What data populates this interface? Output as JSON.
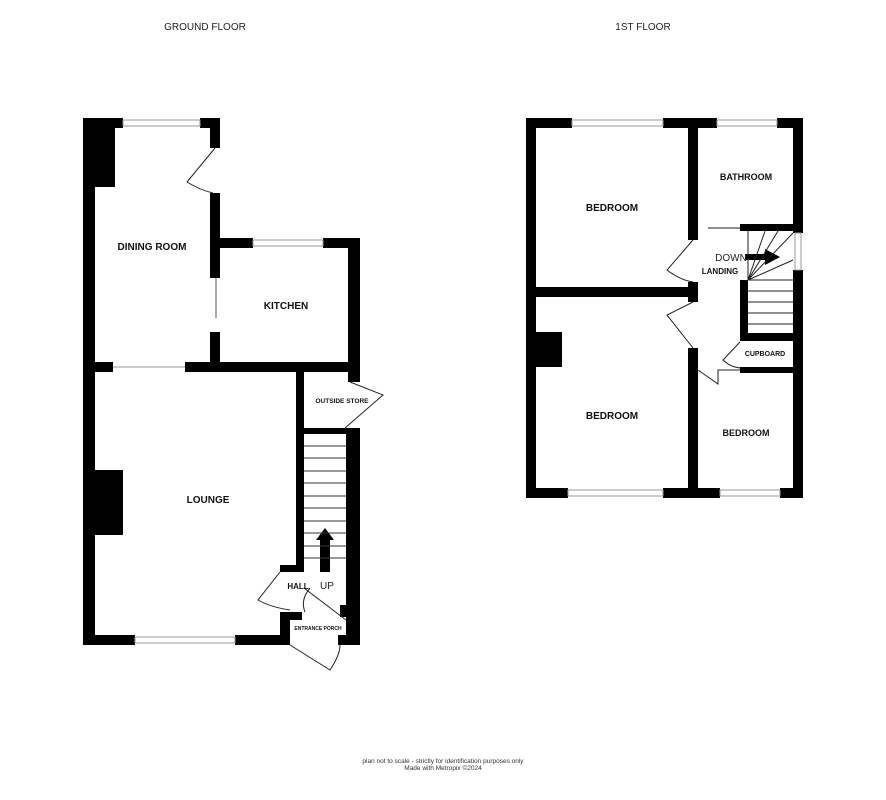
{
  "titles": {
    "ground": "GROUND FLOOR",
    "first": "1ST FLOOR"
  },
  "ground_floor": {
    "rooms": {
      "dining": "DINING ROOM",
      "kitchen": "KITCHEN",
      "lounge": "LOUNGE",
      "store": "OUTSIDE STORE",
      "hall": "HALL",
      "up": "UP",
      "porch": "ENTRANCE PORCH"
    }
  },
  "first_floor": {
    "rooms": {
      "bed1": "BEDROOM",
      "bathroom": "BATHROOM",
      "down": "DOWN",
      "landing": "LANDING",
      "bed2": "BEDROOM",
      "cupboard": "CUPBOARD",
      "bed3": "BEDROOM"
    }
  },
  "footer": {
    "line1": "plan not to scale - strictly for identification purposes only",
    "line2": "Made with Metropix ©2024"
  },
  "colors": {
    "wall": "#000000",
    "window": "#bbbbbb"
  }
}
